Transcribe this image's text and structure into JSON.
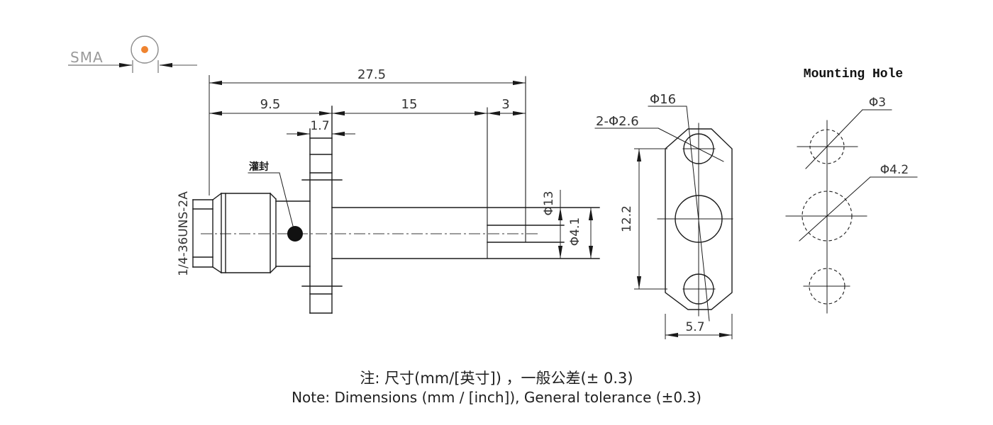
{
  "sma_symbol": {
    "label": "SMA"
  },
  "side_view": {
    "thread_label": "1/4-36UNS-2A",
    "potting_label": "灌封",
    "dim_total_length": "27.5",
    "dim_left_length": "9.5",
    "dim_mid_length": "15",
    "dim_tip_length": "3",
    "dim_flange_thickness": "1.7",
    "dim_body_dia": "Φ13",
    "dim_tip_dia": "Φ4.1"
  },
  "flange_view": {
    "dim_mount_holes": "2-Φ2.6",
    "dim_flange_dia": "Φ16",
    "dim_hole_spacing": "12.2",
    "dim_flange_width": "5.7"
  },
  "mounting_hole_view": {
    "title": "Mounting Hole",
    "dim_hole_small": "Φ3",
    "dim_hole_large": "Φ4.2"
  },
  "note": {
    "line_zh": "注: 尺寸(mm/[英寸]) ，一般公差(± 0.3)",
    "line_en": "Note: Dimensions (mm / [inch]), General tolerance (±0.3)"
  },
  "colors": {
    "drawing_line": "#1c1c1c",
    "dim_text": "#333333",
    "sma_gray": "#9a9a9a",
    "orange_dot": "#ef8430"
  }
}
